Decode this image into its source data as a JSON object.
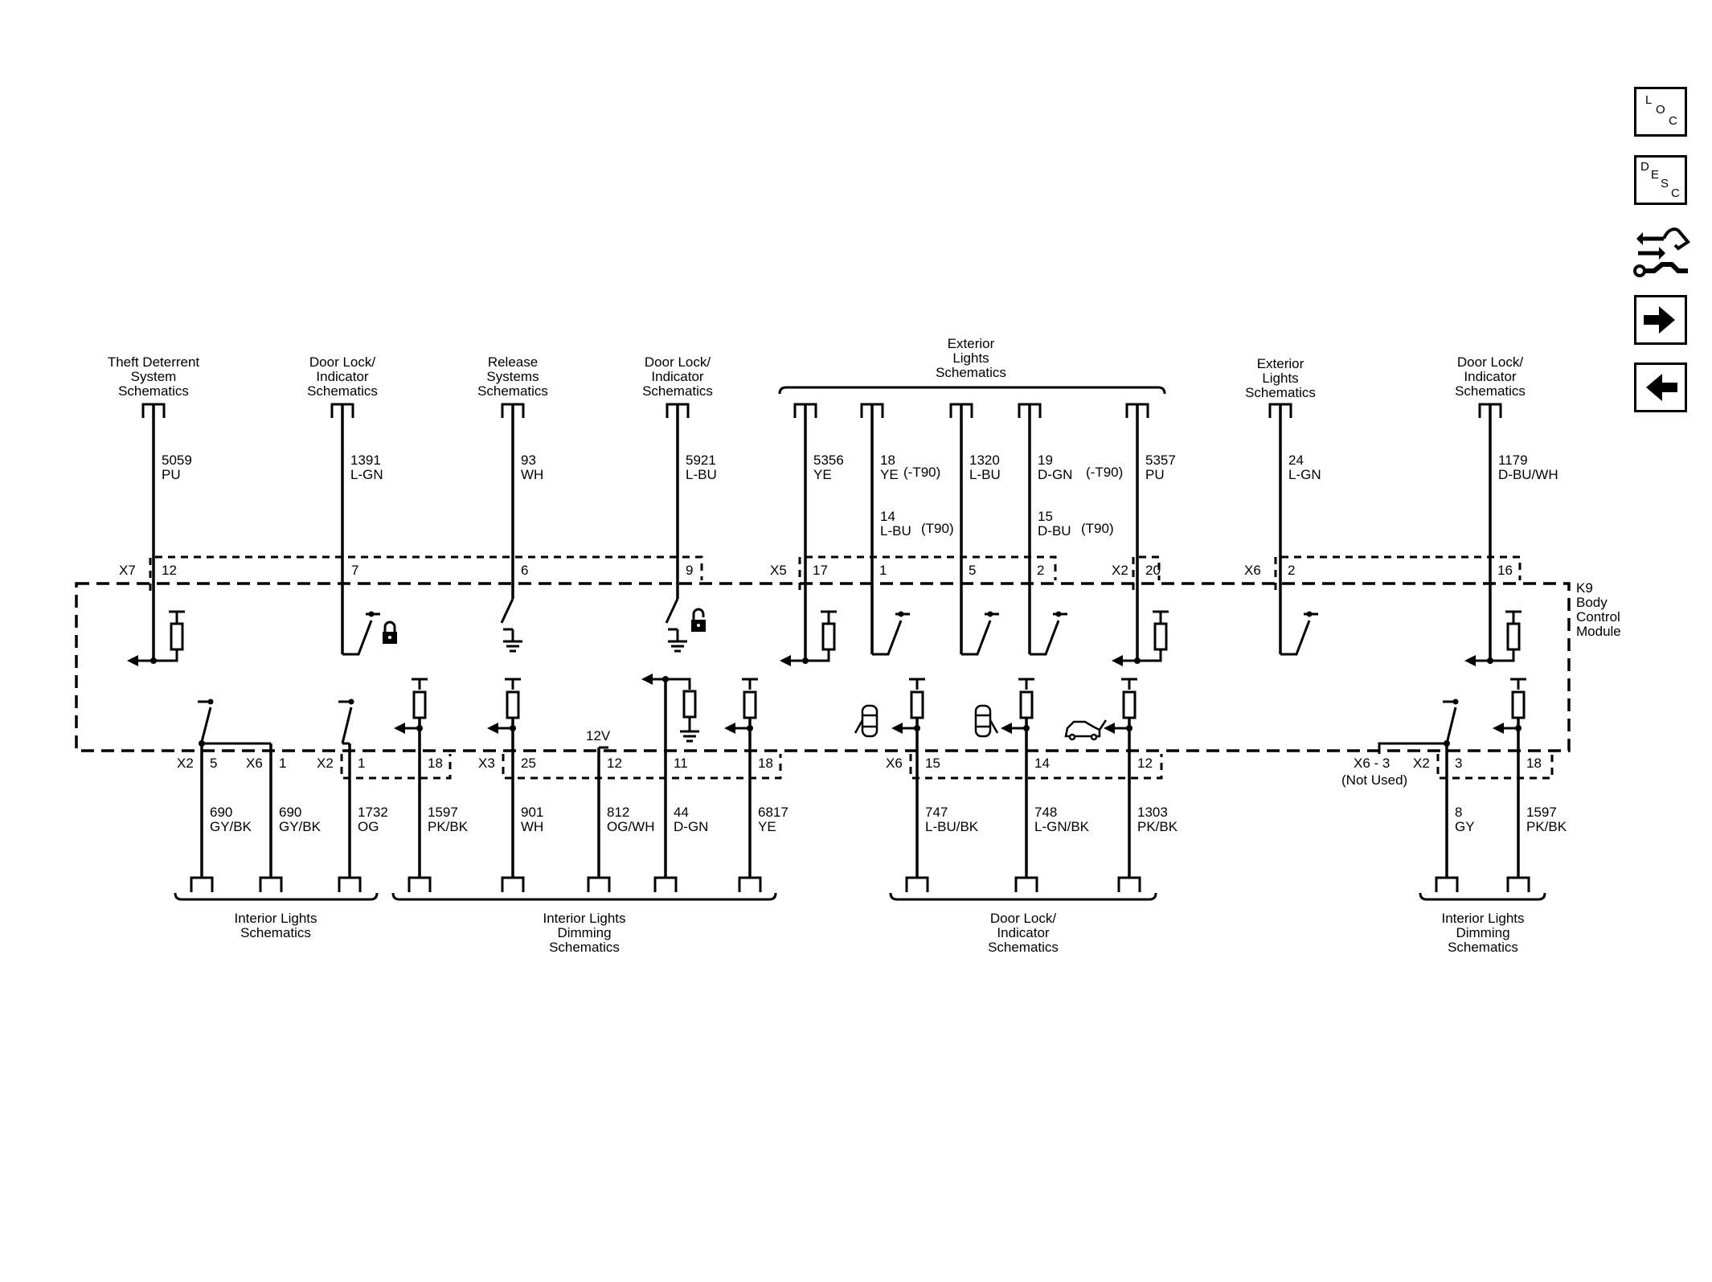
{
  "side_buttons": {
    "loc": {
      "l1": "L",
      "l2": "O",
      "l3": "C"
    },
    "desc": {
      "l1": "D",
      "l2": "E",
      "l3": "S",
      "l4": "C"
    }
  },
  "icons": [
    "loc-button",
    "desc-button",
    "connector-end-view-icon",
    "next-page-arrow-icon",
    "previous-page-arrow-icon",
    "lock-icon",
    "unlock-icon",
    "ground-icon",
    "door-open-icon",
    "trunk-open-icon"
  ],
  "module": {
    "id": "K9",
    "name_l1": "Body",
    "name_l2": "Control",
    "name_l3": "Module"
  },
  "top_destinations": [
    {
      "l1": "Theft Deterrent",
      "l2": "System",
      "l3": "Schematics"
    },
    {
      "l1": "Door Lock/",
      "l2": "Indicator",
      "l3": "Schematics"
    },
    {
      "l1": "Release",
      "l2": "Systems",
      "l3": "Schematics"
    },
    {
      "l1": "Door Lock/",
      "l2": "Indicator",
      "l3": "Schematics"
    },
    {
      "l1": "Exterior",
      "l2": "Lights",
      "l3": "Schematics"
    },
    {
      "l1": "Exterior",
      "l2": "Lights",
      "l3": "Schematics"
    },
    {
      "l1": "Door Lock/",
      "l2": "Indicator",
      "l3": "Schematics"
    }
  ],
  "top_wires": [
    {
      "circuit": "5059",
      "color": "PU"
    },
    {
      "circuit": "1391",
      "color": "L-GN"
    },
    {
      "circuit": "93",
      "color": "WH"
    },
    {
      "circuit": "5921",
      "color": "L-BU"
    },
    {
      "circuit": "5356",
      "color": "YE"
    },
    {
      "circuit": "18",
      "color": "YE",
      "option": "(-T90)",
      "circuit2": "14",
      "color2": "L-BU",
      "option2": "(T90)"
    },
    {
      "circuit": "1320",
      "color": "L-BU"
    },
    {
      "circuit": "19",
      "color": "D-GN",
      "option": "(-T90)",
      "circuit2": "15",
      "color2": "D-BU",
      "option2": "(T90)"
    },
    {
      "circuit": "5357",
      "color": "PU"
    },
    {
      "circuit": "24",
      "color": "L-GN"
    },
    {
      "circuit": "1179",
      "color": "D-BU/WH"
    }
  ],
  "top_connectors": [
    "X7",
    "X5",
    "X2",
    "X6"
  ],
  "top_pins": [
    "12",
    "7",
    "6",
    "9",
    "17",
    "1",
    "5",
    "2",
    "20",
    "2",
    "16"
  ],
  "bottom_connectors": [
    "X2",
    "X6",
    "X2",
    "X3",
    "X6",
    "X2"
  ],
  "bottom_pins": [
    "5",
    "1",
    "1",
    "18",
    "25",
    "12",
    "11",
    "18",
    "15",
    "14",
    "12",
    "3",
    "18"
  ],
  "supply_label": "12V",
  "not_used": {
    "label": "X6 - 3",
    "note": "(Not Used)"
  },
  "bottom_wires": [
    {
      "circuit": "690",
      "color": "GY/BK"
    },
    {
      "circuit": "690",
      "color": "GY/BK"
    },
    {
      "circuit": "1732",
      "color": "OG"
    },
    {
      "circuit": "1597",
      "color": "PK/BK"
    },
    {
      "circuit": "901",
      "color": "WH"
    },
    {
      "circuit": "812",
      "color": "OG/WH"
    },
    {
      "circuit": "44",
      "color": "D-GN"
    },
    {
      "circuit": "6817",
      "color": "YE"
    },
    {
      "circuit": "747",
      "color": "L-BU/BK"
    },
    {
      "circuit": "748",
      "color": "L-GN/BK"
    },
    {
      "circuit": "1303",
      "color": "PK/BK"
    },
    {
      "circuit": "8",
      "color": "GY"
    },
    {
      "circuit": "1597",
      "color": "PK/BK"
    }
  ],
  "bottom_destinations": [
    {
      "l1": "Interior Lights",
      "l2": "Schematics"
    },
    {
      "l1": "Interior Lights",
      "l2": "Dimming",
      "l3": "Schematics"
    },
    {
      "l1": "Door Lock/",
      "l2": "Indicator",
      "l3": "Schematics"
    },
    {
      "l1": "Interior Lights",
      "l2": "Dimming",
      "l3": "Schematics"
    }
  ]
}
